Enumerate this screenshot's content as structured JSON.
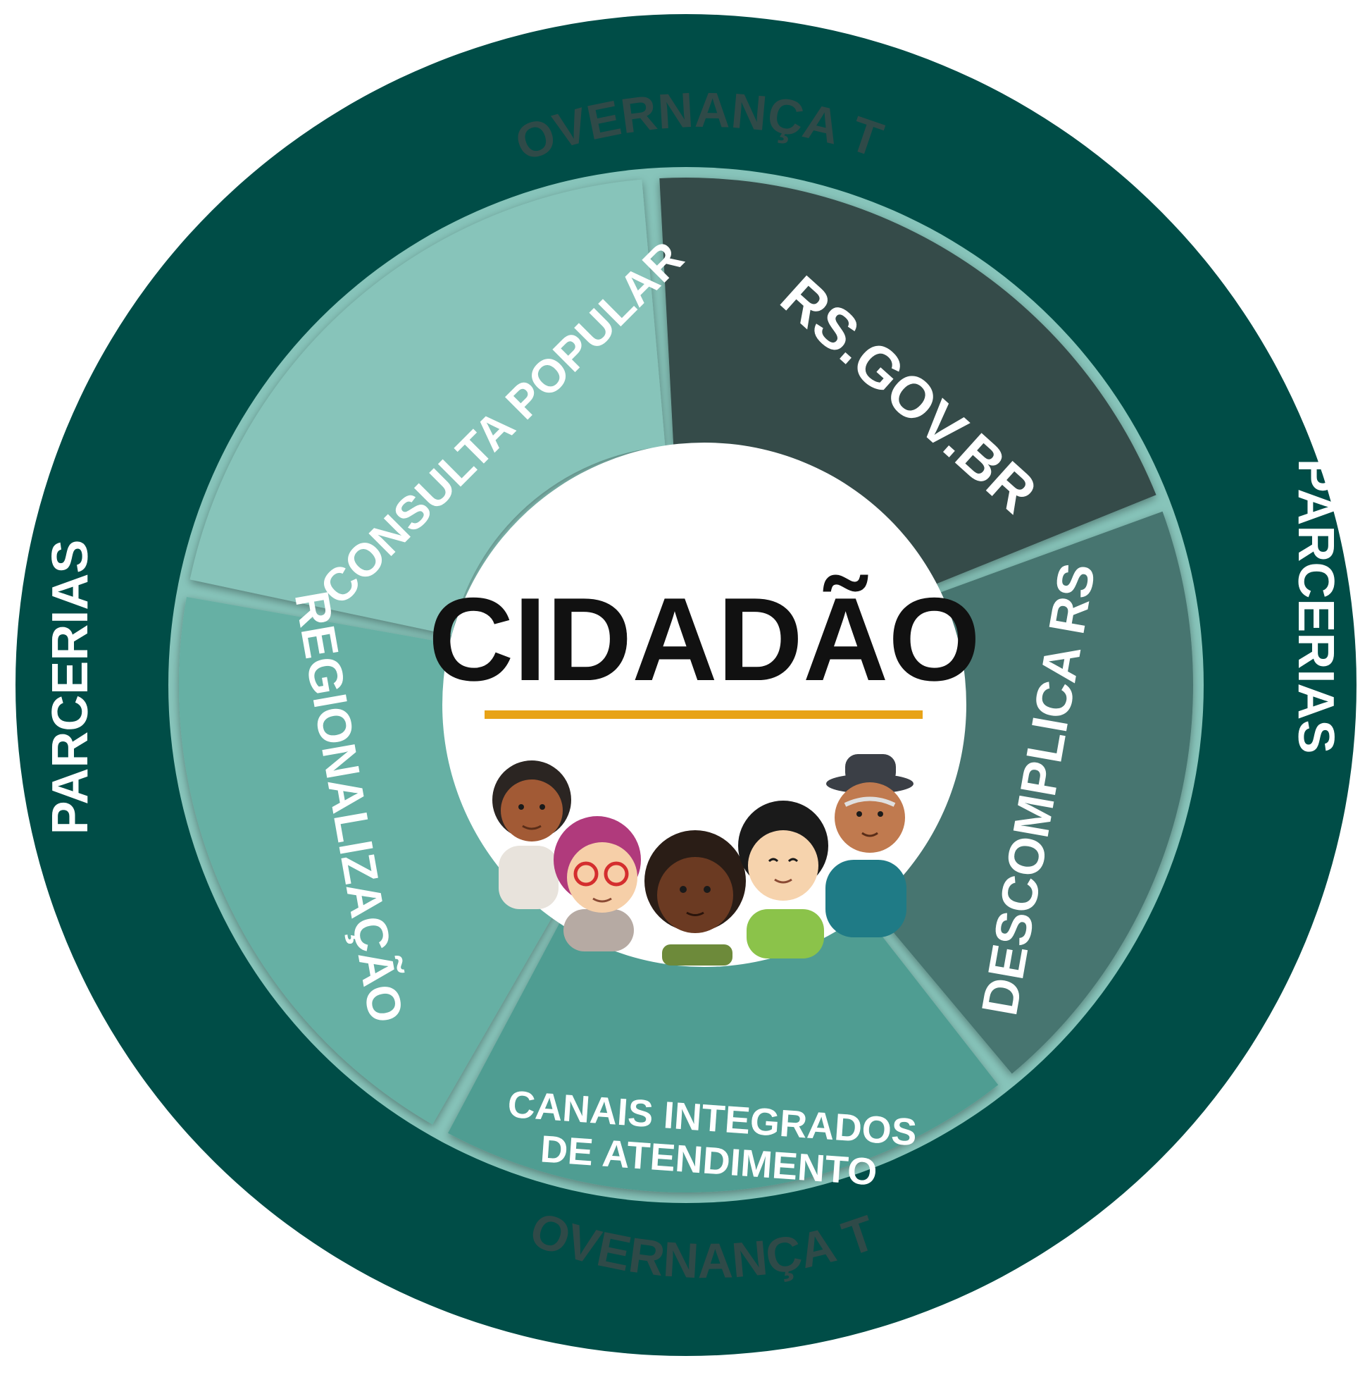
{
  "diagram": {
    "center": {
      "title": "CIDADÃO",
      "underline_color": "#e8a317",
      "illustration": "group-of-five-citizens-illustration"
    },
    "outer_ring": {
      "top_label": "GOVERNANÇA TIC",
      "bottom_label": "GOVERNANÇA TIC",
      "left_label": "PARCERIAS",
      "right_label": "PARCERIAS",
      "ring_color": "#004d47",
      "band_color": "#87c4ba",
      "band_text_color": "#2f4a48"
    },
    "segments": [
      {
        "label": "RS.GOV.BR",
        "color": "#344b48"
      },
      {
        "label": "DESCOMPLICA RS",
        "color": "#467570"
      },
      {
        "label": "CANAIS INTEGRADOS",
        "label2": "DE ATENDIMENTO",
        "color": "#4f9d92"
      },
      {
        "label": "REGIONALIZAÇÃO",
        "color": "#66b0a4"
      },
      {
        "label": "CONSULTA POPULAR",
        "color": "#87c4ba"
      }
    ]
  }
}
